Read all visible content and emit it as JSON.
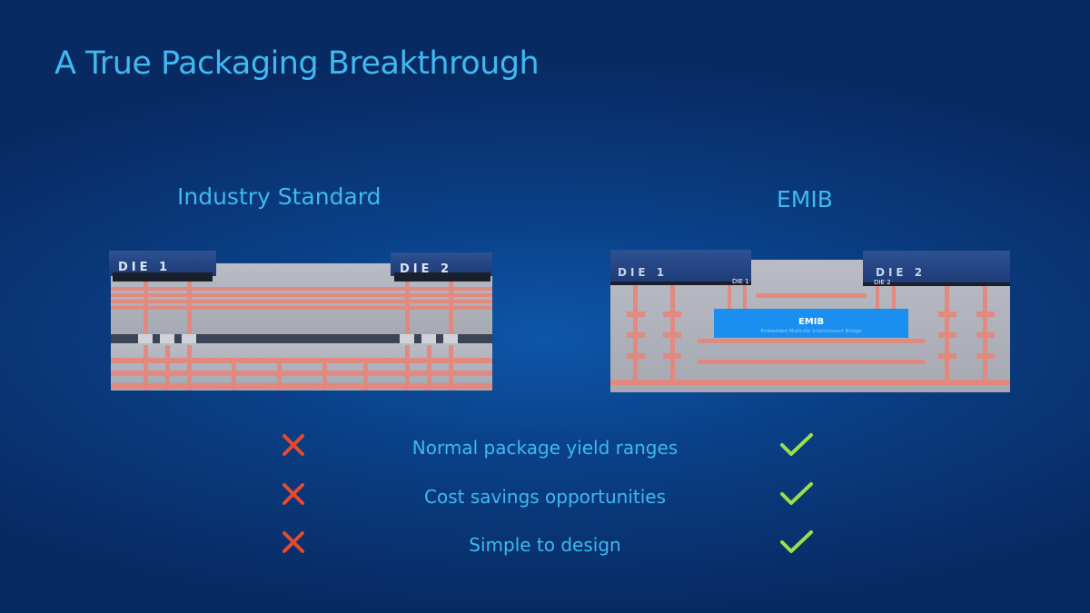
{
  "title": "A True Packaging Breakthrough",
  "left": {
    "heading": "Industry Standard",
    "die1": "DIE 1",
    "die2": "DIE 2"
  },
  "right": {
    "heading": "EMIB",
    "die1": "DIE 1",
    "die2": "DIE 2",
    "die1_small": "DIE 1",
    "die2_small": "DIE 2",
    "emib_label": "EMIB",
    "emib_sub": "Embedded Multi-die Interconnect Bridge"
  },
  "comparison": [
    {
      "label": "Normal package yield ranges",
      "industry": "cross-icon",
      "emib": "check-icon"
    },
    {
      "label": "Cost savings opportunities",
      "industry": "cross-icon",
      "emib": "check-icon"
    },
    {
      "label": "Simple to design",
      "industry": "cross-icon",
      "emib": "check-icon"
    }
  ],
  "colors": {
    "accent": "#3fb9f0",
    "cross": "#e8492e",
    "check": "#9be04a",
    "trace": "#e8857a",
    "emib": "#1a8ff0"
  }
}
